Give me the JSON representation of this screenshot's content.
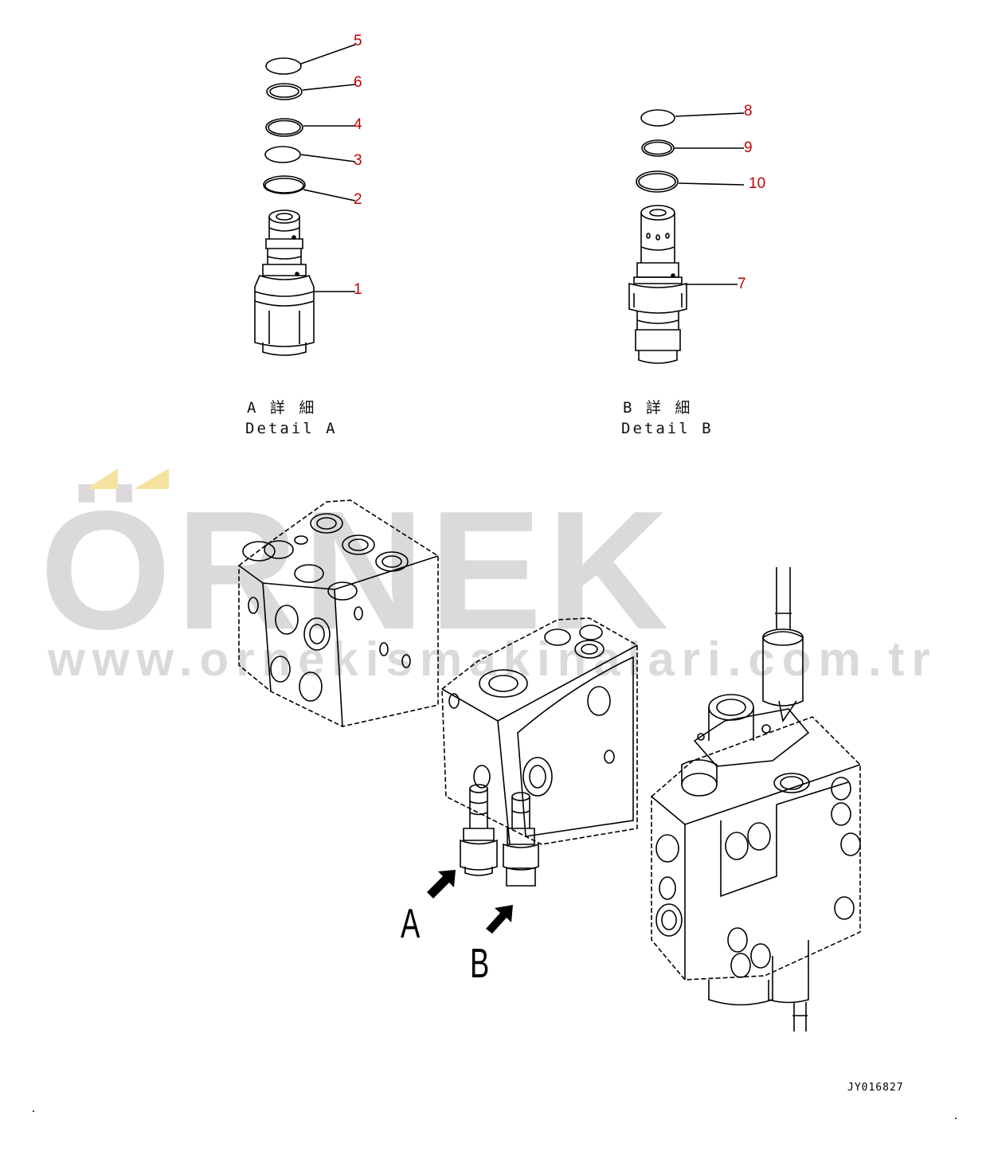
{
  "watermark": {
    "brand": "ÖRNEK",
    "url": "www.ornekismakinalari.com.tr",
    "text_color": "#dcd9dc",
    "accent_color": "#f6e3a2"
  },
  "detail_a": {
    "caption_jp": "A 詳 細",
    "caption_en": "Detail A",
    "callouts": [
      "5",
      "6",
      "4",
      "3",
      "2",
      "1"
    ]
  },
  "detail_b": {
    "caption_jp": "B 詳 細",
    "caption_en": "Detail B",
    "callouts": [
      "8",
      "9",
      "10",
      "7"
    ]
  },
  "view_labels": {
    "a": "A",
    "b": "B"
  },
  "drawing_number": "JY016827",
  "colors": {
    "callout": "#c00000",
    "line": "#000000"
  }
}
